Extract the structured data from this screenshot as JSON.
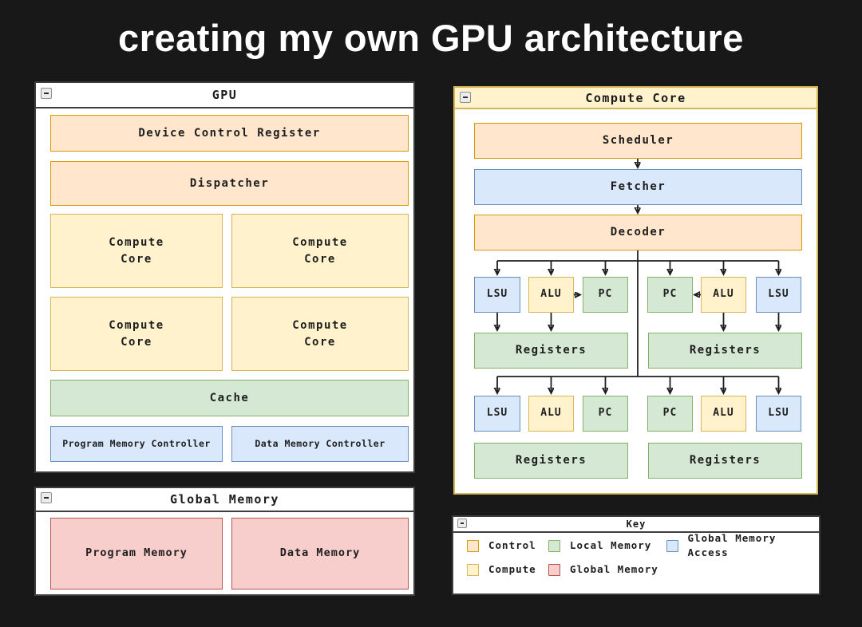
{
  "page": {
    "title": "creating my own GPU architecture",
    "background": "#181818"
  },
  "palette": {
    "control": {
      "fill": "#FFE6CC",
      "stroke": "#D79B00"
    },
    "compute": {
      "fill": "#FFF2CC",
      "stroke": "#D6B656"
    },
    "local_memory": {
      "fill": "#D5E8D4",
      "stroke": "#82B366"
    },
    "global_memory_access": {
      "fill": "#DAE8FC",
      "stroke": "#6C8EBF"
    },
    "global_memory": {
      "fill": "#F8CECC",
      "stroke": "#B85450"
    },
    "line": "#1d1d1d",
    "window_border_dark": "#3d3d3d"
  },
  "gpu": {
    "window_title": "GPU",
    "device_control_register": "Device Control Register",
    "dispatcher": "Dispatcher",
    "compute_cores": [
      "Compute\nCore",
      "Compute\nCore",
      "Compute\nCore",
      "Compute\nCore"
    ],
    "cache": "Cache",
    "program_memory_controller": "Program Memory Controller",
    "data_memory_controller": "Data Memory Controller"
  },
  "global_memory": {
    "window_title": "Global Memory",
    "program_memory": "Program Memory",
    "data_memory": "Data Memory"
  },
  "compute_core": {
    "window_title": "Compute Core",
    "scheduler": "Scheduler",
    "fetcher": "Fetcher",
    "decoder": "Decoder",
    "thread_groups": [
      {
        "units": [
          "LSU",
          "ALU",
          "PC"
        ],
        "registers": "Registers"
      },
      {
        "units": [
          "PC",
          "ALU",
          "LSU"
        ],
        "registers": "Registers"
      },
      {
        "units": [
          "LSU",
          "ALU",
          "PC"
        ],
        "registers": "Registers"
      },
      {
        "units": [
          "PC",
          "ALU",
          "LSU"
        ],
        "registers": "Registers"
      }
    ]
  },
  "key": {
    "window_title": "Key",
    "entries": [
      {
        "label": "Control",
        "role": "control"
      },
      {
        "label": "Local Memory",
        "role": "local_memory"
      },
      {
        "label": "Global Memory Access",
        "role": "global_memory_access"
      },
      {
        "label": "Compute",
        "role": "compute"
      },
      {
        "label": "Global Memory",
        "role": "global_memory"
      }
    ]
  }
}
